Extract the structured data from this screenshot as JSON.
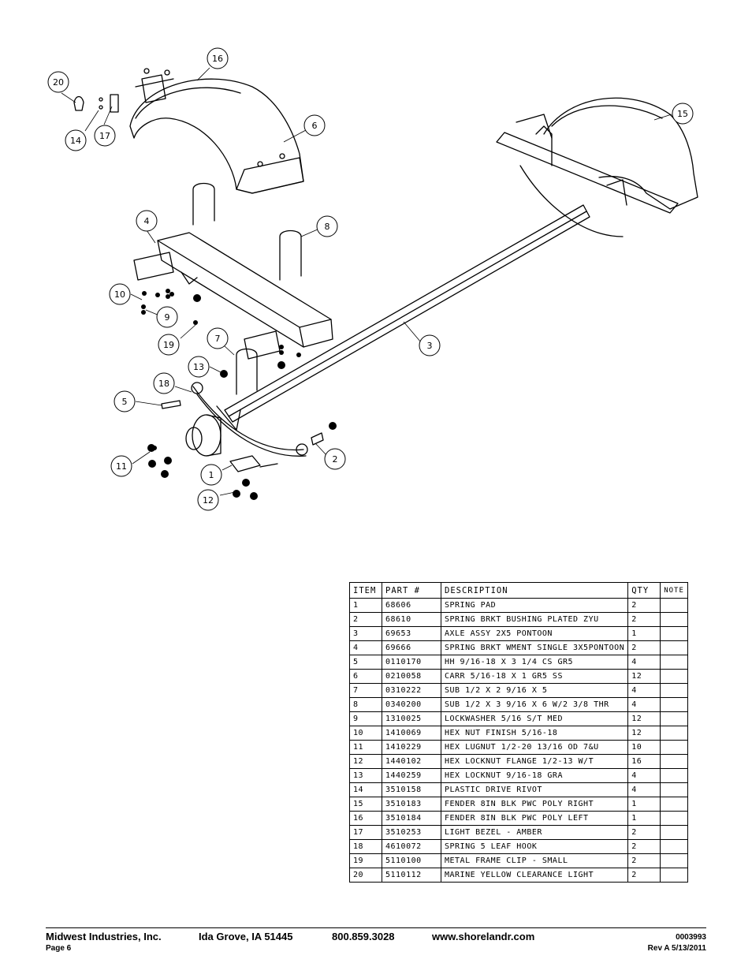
{
  "diagram": {
    "callouts": [
      "20",
      "16",
      "14",
      "17",
      "6",
      "15",
      "4",
      "8",
      "10",
      "9",
      "19",
      "7",
      "3",
      "13",
      "18",
      "5",
      "11",
      "1",
      "2",
      "12"
    ]
  },
  "parts_table": {
    "headers": {
      "item": "ITEM",
      "part": "PART #",
      "description": "DESCRIPTION",
      "qty": "QTY",
      "note": "NOTE"
    },
    "rows": [
      {
        "item": "1",
        "part": "68606",
        "description": "SPRING PAD",
        "qty": "2",
        "note": ""
      },
      {
        "item": "2",
        "part": "68610",
        "description": "SPRING BRKT BUSHING PLATED ZYU",
        "qty": "2",
        "note": ""
      },
      {
        "item": "3",
        "part": "69653",
        "description": "AXLE ASSY 2X5 PONTOON",
        "qty": "1",
        "note": ""
      },
      {
        "item": "4",
        "part": "69666",
        "description": "SPRING BRKT WMENT SINGLE 3X5PONTOON",
        "qty": "2",
        "note": ""
      },
      {
        "item": "5",
        "part": "0110170",
        "description": "HH 9/16-18 X 3 1/4 CS GR5",
        "qty": "4",
        "note": ""
      },
      {
        "item": "6",
        "part": "0210058",
        "description": "CARR 5/16-18 X 1 GR5 SS",
        "qty": "12",
        "note": ""
      },
      {
        "item": "7",
        "part": "0310222",
        "description": "SUB 1/2 X 2 9/16 X 5",
        "qty": "4",
        "note": ""
      },
      {
        "item": "8",
        "part": "0340200",
        "description": "SUB 1/2 X 3 9/16 X 6 W/2 3/8 THR",
        "qty": "4",
        "note": ""
      },
      {
        "item": "9",
        "part": "1310025",
        "description": "LOCKWASHER 5/16 S/T MED",
        "qty": "12",
        "note": ""
      },
      {
        "item": "10",
        "part": "1410069",
        "description": "HEX NUT FINISH 5/16-18",
        "qty": "12",
        "note": ""
      },
      {
        "item": "11",
        "part": "1410229",
        "description": "HEX LUGNUT 1/2-20 13/16 OD 7&U",
        "qty": "10",
        "note": ""
      },
      {
        "item": "12",
        "part": "1440102",
        "description": "HEX LOCKNUT FLANGE 1/2-13 W/T",
        "qty": "16",
        "note": ""
      },
      {
        "item": "13",
        "part": "1440259",
        "description": "HEX LOCKNUT 9/16-18 GRA",
        "qty": "4",
        "note": ""
      },
      {
        "item": "14",
        "part": "3510158",
        "description": "PLASTIC DRIVE RIVOT",
        "qty": "4",
        "note": ""
      },
      {
        "item": "15",
        "part": "3510183",
        "description": "FENDER  8IN BLK PWC POLY RIGHT",
        "qty": "1",
        "note": ""
      },
      {
        "item": "16",
        "part": "3510184",
        "description": "FENDER  8IN BLK PWC POLY LEFT",
        "qty": "1",
        "note": ""
      },
      {
        "item": "17",
        "part": "3510253",
        "description": "LIGHT BEZEL - AMBER",
        "qty": "2",
        "note": ""
      },
      {
        "item": "18",
        "part": "4610072",
        "description": "SPRING  5 LEAF HOOK",
        "qty": "2",
        "note": ""
      },
      {
        "item": "19",
        "part": "5110100",
        "description": "METAL FRAME CLIP - SMALL",
        "qty": "2",
        "note": ""
      },
      {
        "item": "20",
        "part": "5110112",
        "description": "MARINE YELLOW CLEARANCE LIGHT",
        "qty": "2",
        "note": ""
      }
    ]
  },
  "footer": {
    "company": "Midwest Industries, Inc.",
    "location": "Ida Grove, IA  51445",
    "phone": "800.859.3028",
    "website": "www.shorelandr.com",
    "doc_number": "0003993",
    "page": "Page 6",
    "revision": "Rev A  5/13/2011"
  }
}
